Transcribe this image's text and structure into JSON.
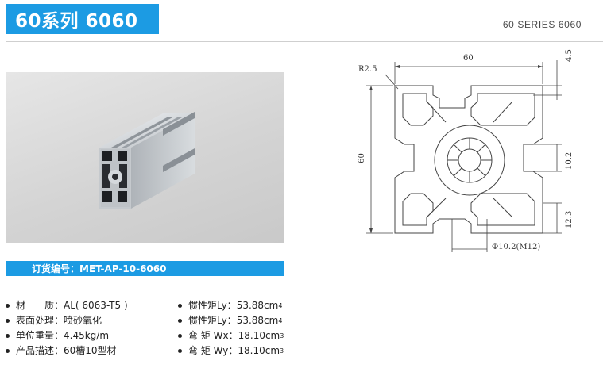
{
  "header": {
    "title": "60系列 6060",
    "series": "60 SERIES 6060"
  },
  "drawing": {
    "radius_label": "R2.5",
    "width_dim": "60",
    "height_dim": "60",
    "wall_dim": "4.5",
    "slot_dim": "10.2",
    "offset_dim": "12.3",
    "bore_label": "Φ10.2(M12)"
  },
  "order": {
    "label": "订货编号：MET-AP-10-6060"
  },
  "specs_left": [
    {
      "label": "材　　质：",
      "value": "AL( 6063-T5 )"
    },
    {
      "label": "表面处理：",
      "value": "喷砂氧化"
    },
    {
      "label": "单位重量：",
      "value": "4.45kg/m"
    },
    {
      "label": "产品描述：",
      "value": "60槽10型材"
    }
  ],
  "specs_right": [
    {
      "label": "惯性矩Ly：",
      "value": "53.88cm",
      "sup": "4"
    },
    {
      "label": "惯性矩Ly：",
      "value": "53.88cm",
      "sup": "4"
    },
    {
      "label": "弯 矩 Wx：",
      "value": "18.10cm",
      "sup": "3"
    },
    {
      "label": "弯 矩 Wy：",
      "value": "18.10cm",
      "sup": "3"
    }
  ]
}
